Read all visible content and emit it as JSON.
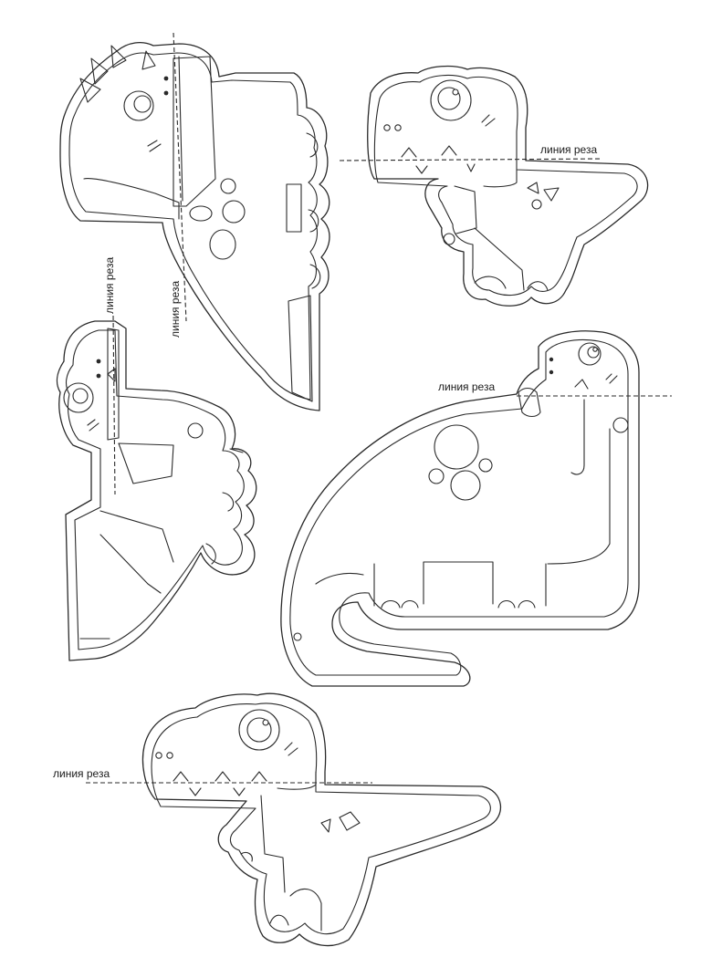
{
  "sheet": {
    "cut_labels": [
      "линия реза",
      "линия реза",
      "линия реза",
      "линия реза",
      "линия реза"
    ]
  },
  "colors": {
    "line": "#2a2a2a",
    "paper": "#ffffff"
  },
  "pieces": [
    {
      "id": "triceratops"
    },
    {
      "id": "trex-small"
    },
    {
      "id": "raptor"
    },
    {
      "id": "brontosaurus"
    },
    {
      "id": "trex-large"
    }
  ]
}
